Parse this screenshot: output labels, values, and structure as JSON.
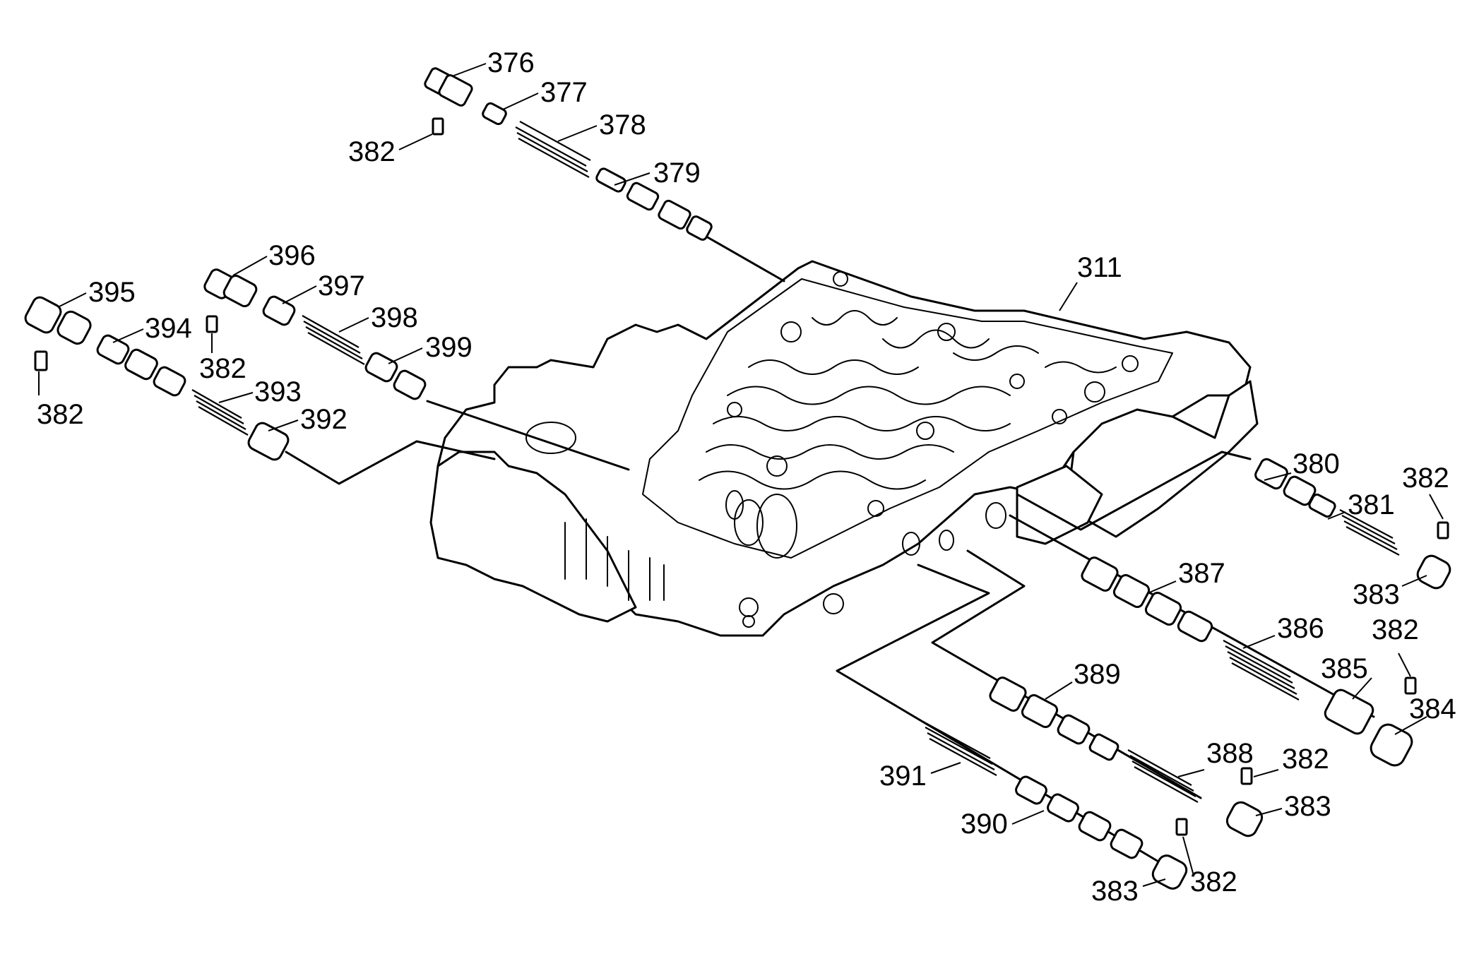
{
  "diagram": {
    "callouts": [
      {
        "id": "c376",
        "text": "376"
      },
      {
        "id": "c377",
        "text": "377"
      },
      {
        "id": "c378",
        "text": "378"
      },
      {
        "id": "c379",
        "text": "379"
      },
      {
        "id": "c382a",
        "text": "382"
      },
      {
        "id": "c396",
        "text": "396"
      },
      {
        "id": "c397",
        "text": "397"
      },
      {
        "id": "c398",
        "text": "398"
      },
      {
        "id": "c399",
        "text": "399"
      },
      {
        "id": "c382b",
        "text": "382"
      },
      {
        "id": "c395",
        "text": "395"
      },
      {
        "id": "c394",
        "text": "394"
      },
      {
        "id": "c393",
        "text": "393"
      },
      {
        "id": "c392",
        "text": "392"
      },
      {
        "id": "c382c",
        "text": "382"
      },
      {
        "id": "c311",
        "text": "311"
      },
      {
        "id": "c380",
        "text": "380"
      },
      {
        "id": "c381",
        "text": "381"
      },
      {
        "id": "c382d",
        "text": "382"
      },
      {
        "id": "c383a",
        "text": "383"
      },
      {
        "id": "c387",
        "text": "387"
      },
      {
        "id": "c386",
        "text": "386"
      },
      {
        "id": "c382e",
        "text": "382"
      },
      {
        "id": "c385",
        "text": "385"
      },
      {
        "id": "c384",
        "text": "384"
      },
      {
        "id": "c389",
        "text": "389"
      },
      {
        "id": "c388",
        "text": "388"
      },
      {
        "id": "c382f",
        "text": "382"
      },
      {
        "id": "c383b",
        "text": "383"
      },
      {
        "id": "c391",
        "text": "391"
      },
      {
        "id": "c390",
        "text": "390"
      },
      {
        "id": "c383c",
        "text": "383"
      },
      {
        "id": "c382g",
        "text": "382"
      }
    ]
  }
}
